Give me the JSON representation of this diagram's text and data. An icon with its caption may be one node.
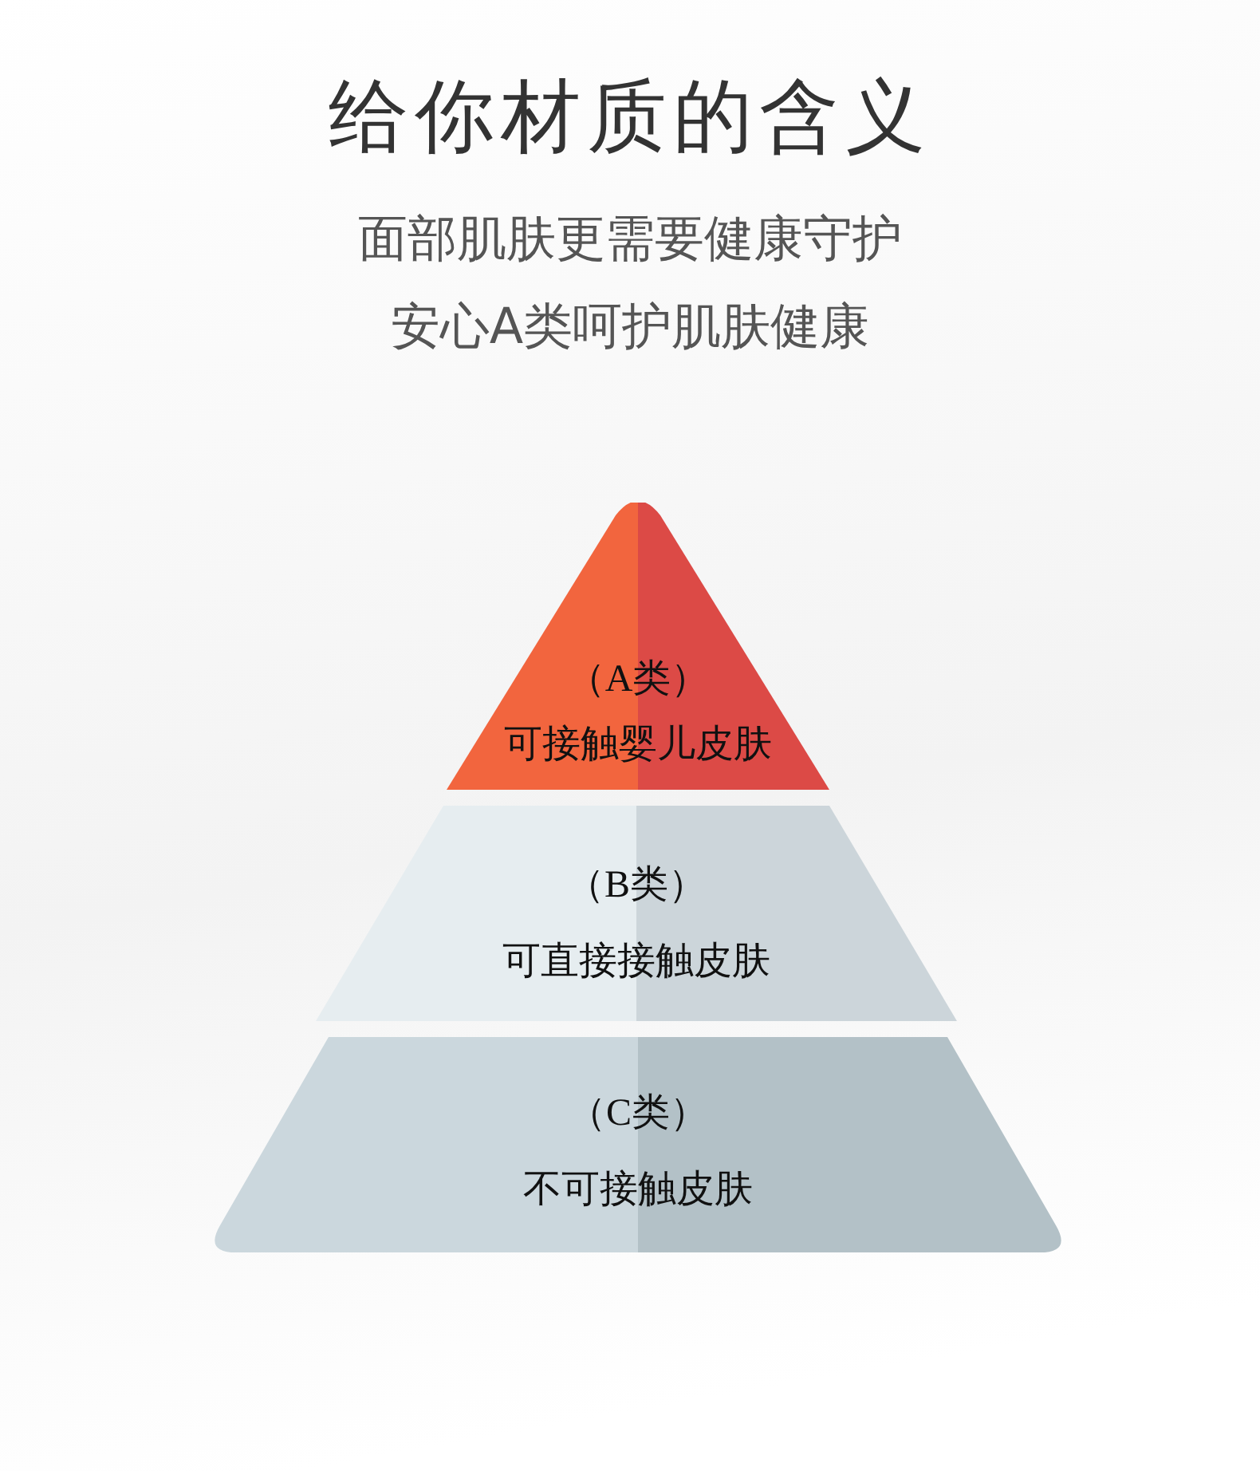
{
  "diagram": {
    "title": "给你材质的含义",
    "nodes": [
      {
        "text": [
          "（A类）",
          "可接触婴儿皮肤"
        ]
      },
      {
        "text": [
          "（B类）",
          "可直接接触皮肤"
        ]
      },
      {
        "text": [
          "（C类）",
          "不可接触皮肤"
        ]
      }
    ],
    "labels": [
      "面部肌肤更需要健康守护",
      "安心A类呵护肌肤健康"
    ]
  }
}
